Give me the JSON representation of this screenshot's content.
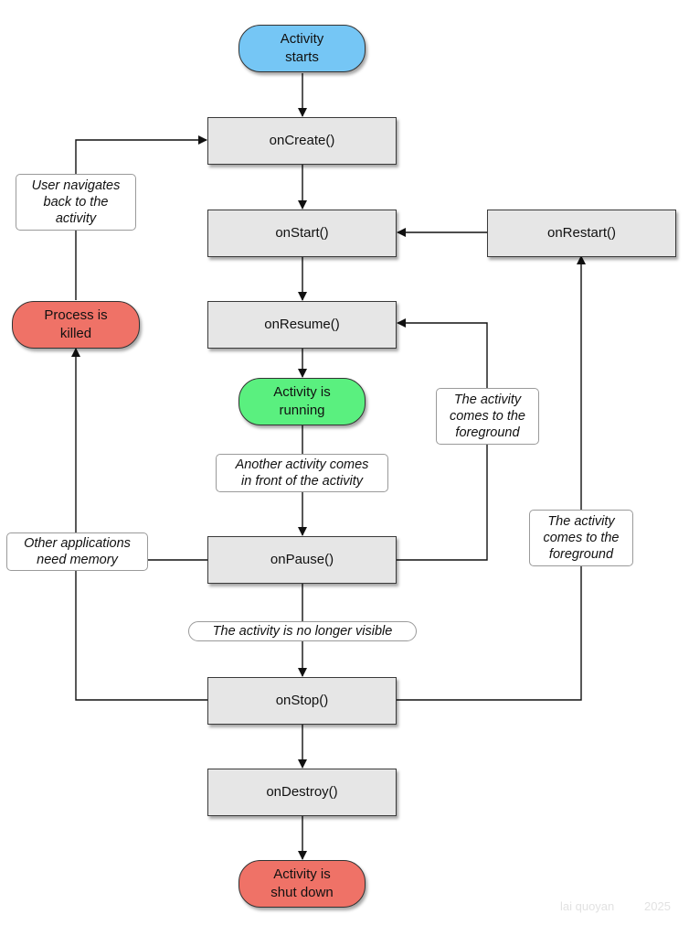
{
  "colors": {
    "start": "#75c6f5",
    "running": "#5af07f",
    "terminal": "#ef7267",
    "box": "#e6e6e6"
  },
  "nodes": {
    "start": "Activity\nstarts",
    "on_create": "onCreate()",
    "on_start": "onStart()",
    "on_restart": "onRestart()",
    "on_resume": "onResume()",
    "running": "Activity is\nrunning",
    "process_killed": "Process is\nkilled",
    "on_pause": "onPause()",
    "on_stop": "onStop()",
    "on_destroy": "onDestroy()",
    "shut_down": "Activity is\nshut down"
  },
  "labels": {
    "navigates_back": "User navigates\nback to the\nactivity",
    "foreground_resume": "The activity\ncomes to the\nforeground",
    "another_activity": "Another activity comes\nin front of the activity",
    "other_apps_memory": "Other applications\nneed memory",
    "foreground_restart": "The activity\ncomes to the\nforeground",
    "no_longer_visible": "The activity is no longer visible"
  },
  "watermark": {
    "author": "lai quoyan",
    "year": "2025"
  }
}
